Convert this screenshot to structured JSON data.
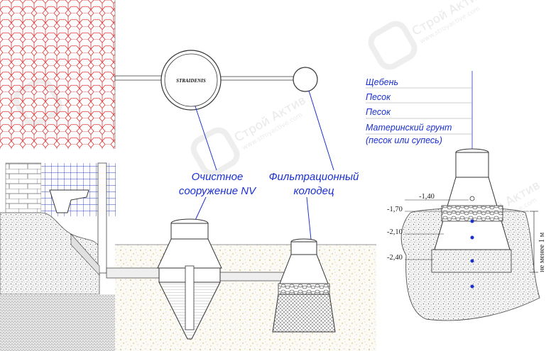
{
  "labels": {
    "treatment_station": [
      "Очистное",
      "сооружение NV"
    ],
    "filter_well": [
      "Фильтрационный",
      "колодец"
    ],
    "brand": "STRAIDENIS"
  },
  "layers": [
    "Щебень",
    "Песок",
    "Песок",
    "Материнский грунт",
    "(песок или супесь)"
  ],
  "levels": [
    "-1,40",
    "-1,70",
    "-2,10",
    "-2,40"
  ],
  "dimension": "не менее 1 м",
  "watermark": {
    "text": "Строй Актив",
    "url": "www.stroyactive.com"
  },
  "colors": {
    "label_blue": "#1a2fd0",
    "hex_grid": "#e03030",
    "tile_grid": "#3040c8",
    "sand_dots": "#b89020",
    "leader_line": "#2233cc"
  }
}
